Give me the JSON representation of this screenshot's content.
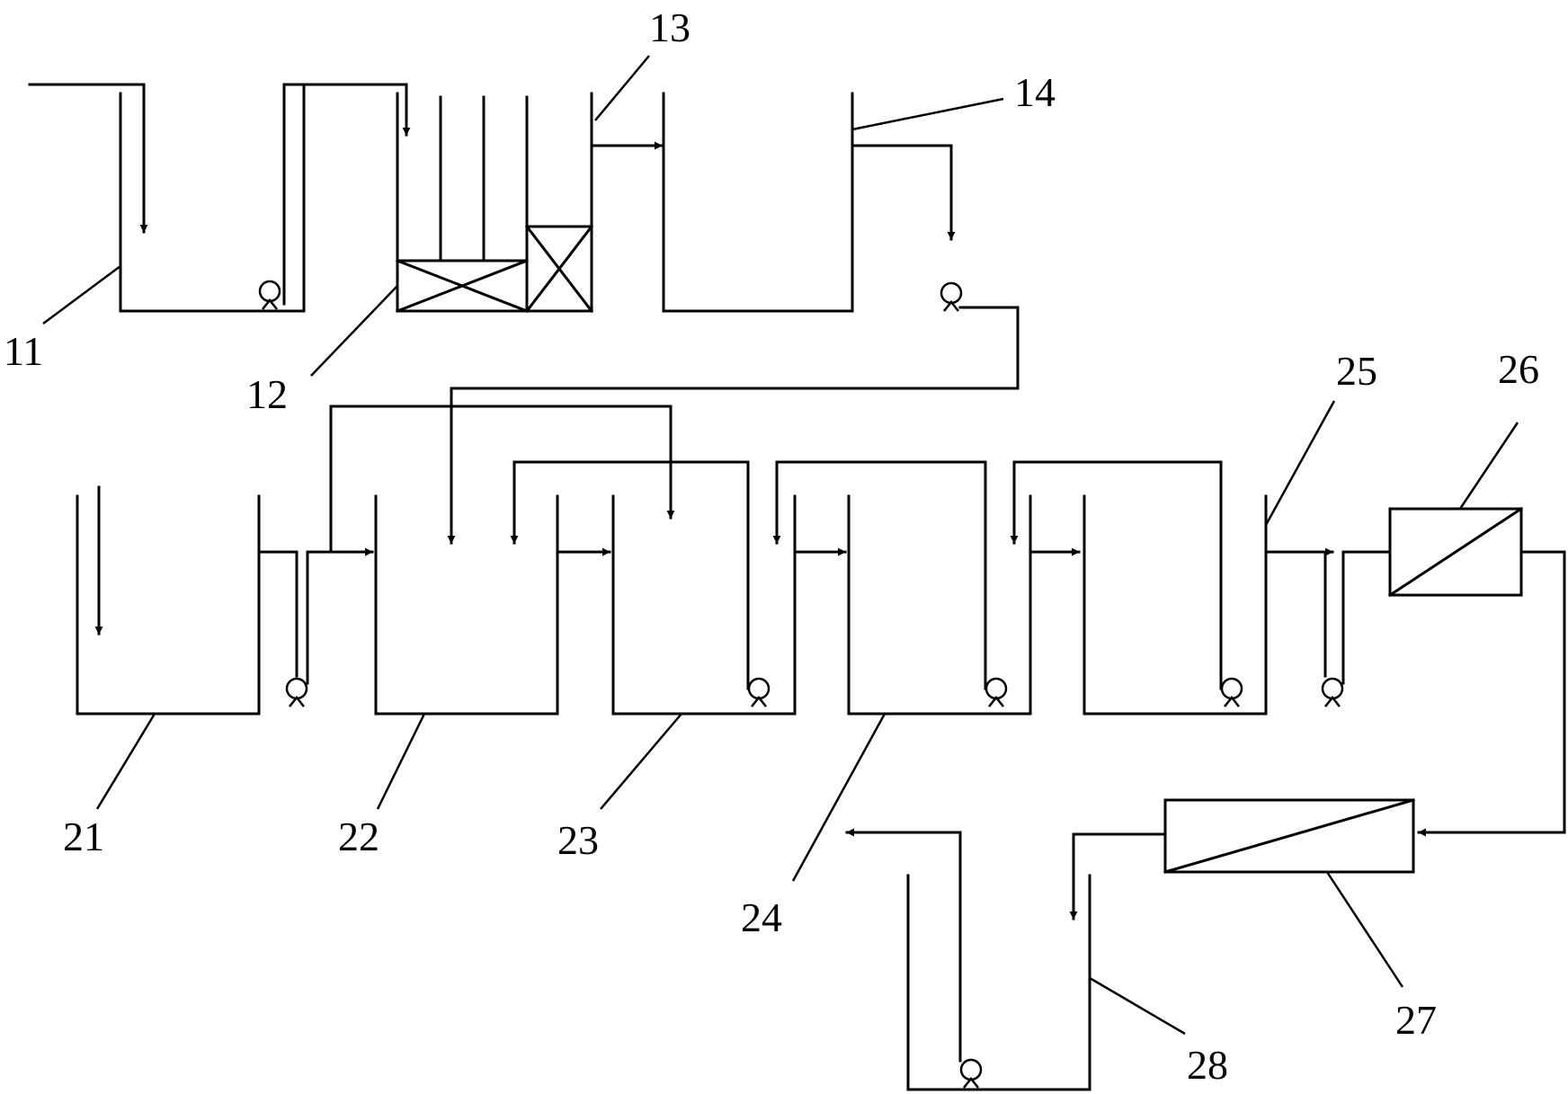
{
  "labels": {
    "l11": "11",
    "l12": "12",
    "l13": "13",
    "l14": "14",
    "l21": "21",
    "l22": "22",
    "l23": "23",
    "l24": "24",
    "l25": "25",
    "l26": "26",
    "l27": "27",
    "l28": "28"
  }
}
